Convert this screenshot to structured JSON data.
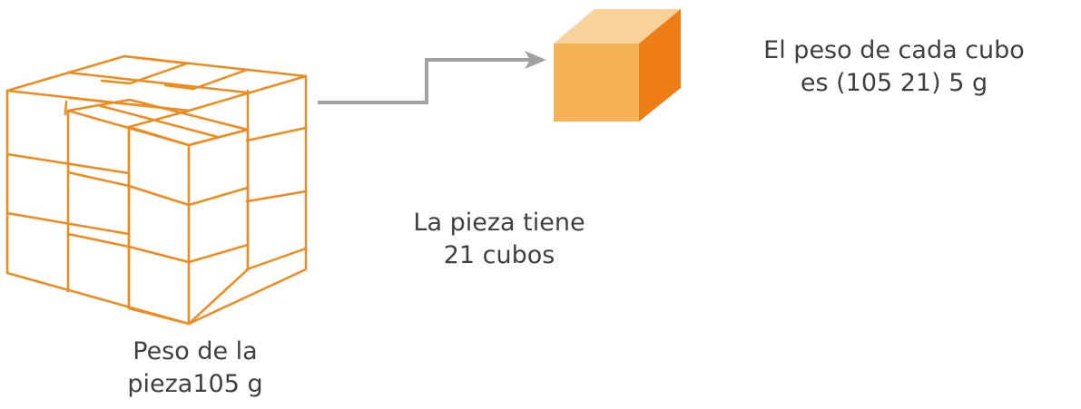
{
  "colors": {
    "outline": "#ef8a1c",
    "arrow": "#a1a1a1",
    "cube_top": "#f8d29b",
    "cube_front": "#f4b254",
    "cube_side": "#ef7d16",
    "text": "#3f3f3f"
  },
  "icons": {
    "piece": "stacked-cubes-outline",
    "unit": "solid-orange-cube",
    "connector": "right-arrow"
  },
  "cube_caption": {
    "line1": "El peso de cada cubo",
    "line2": "es (105  21)  5 g"
  },
  "count_caption": {
    "line1": "La pieza tiene",
    "line2": "21 cubos"
  },
  "weight_caption": {
    "line1": "Peso de la",
    "line2": "pieza105 g"
  }
}
